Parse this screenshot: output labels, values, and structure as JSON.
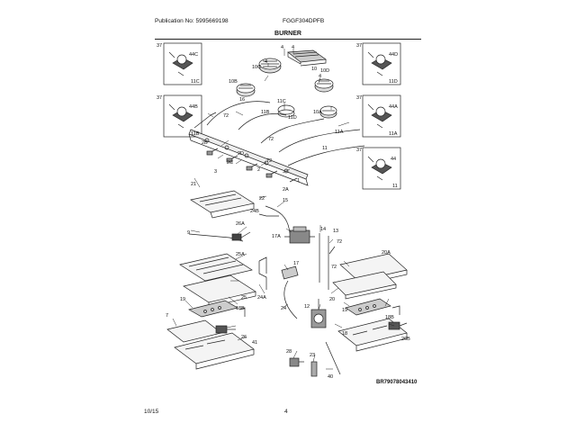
{
  "header": {
    "publication": "Publication No: 5995669198",
    "model": "FGGF304DPFB",
    "section": "BURNER"
  },
  "footer": {
    "date": "10/15",
    "page": "4"
  },
  "diagram": {
    "drawing_code": "BR79078043410",
    "callouts": {
      "c37a": "37",
      "c44c": "44C",
      "c11c": "11C",
      "c37b": "37",
      "c44b": "44B",
      "c11b": "11B",
      "c37c": "37",
      "c44d": "44D",
      "c11d": "11D",
      "c37d": "37",
      "c44a": "44A",
      "c11a": "11A",
      "c37e": "37",
      "c44": "44",
      "c11": "11",
      "c4a": "4",
      "c4b": "4",
      "c4c": "4",
      "c4d": "4",
      "c10c": "10C",
      "c10d": "10D",
      "c10b": "10B",
      "c10": "10",
      "c10a": "10A",
      "c16": "16",
      "c72a": "72",
      "c11cb": "11C",
      "c11bb": "11B",
      "c11db": "11D",
      "c11ab": "11A",
      "c11m": "11",
      "c72b": "72",
      "c2b": "2B",
      "c2d": "2D",
      "c2c": "2C",
      "c72c": "72",
      "c3": "3",
      "c2": "2",
      "c2a": "2A",
      "c1": "1",
      "c21": "21",
      "c22": "22",
      "c15": "15",
      "c24b": "24B",
      "c26a": "26A",
      "c9": "9",
      "c17a": "17A",
      "c14": "14",
      "c13": "13",
      "c72d": "72",
      "c72e": "72",
      "c25a": "25A",
      "c25": "25",
      "c17": "17",
      "c20a": "20A",
      "c20": "20",
      "c24a": "24A",
      "c12": "12",
      "c19a": "19",
      "c18ba": "18B",
      "c24": "24",
      "c19b": "19",
      "c18bb": "18B",
      "c7": "7",
      "c26": "26",
      "c41": "41",
      "c18": "18",
      "c26b": "26B",
      "c28": "28",
      "c23": "23",
      "c40": "40"
    }
  }
}
